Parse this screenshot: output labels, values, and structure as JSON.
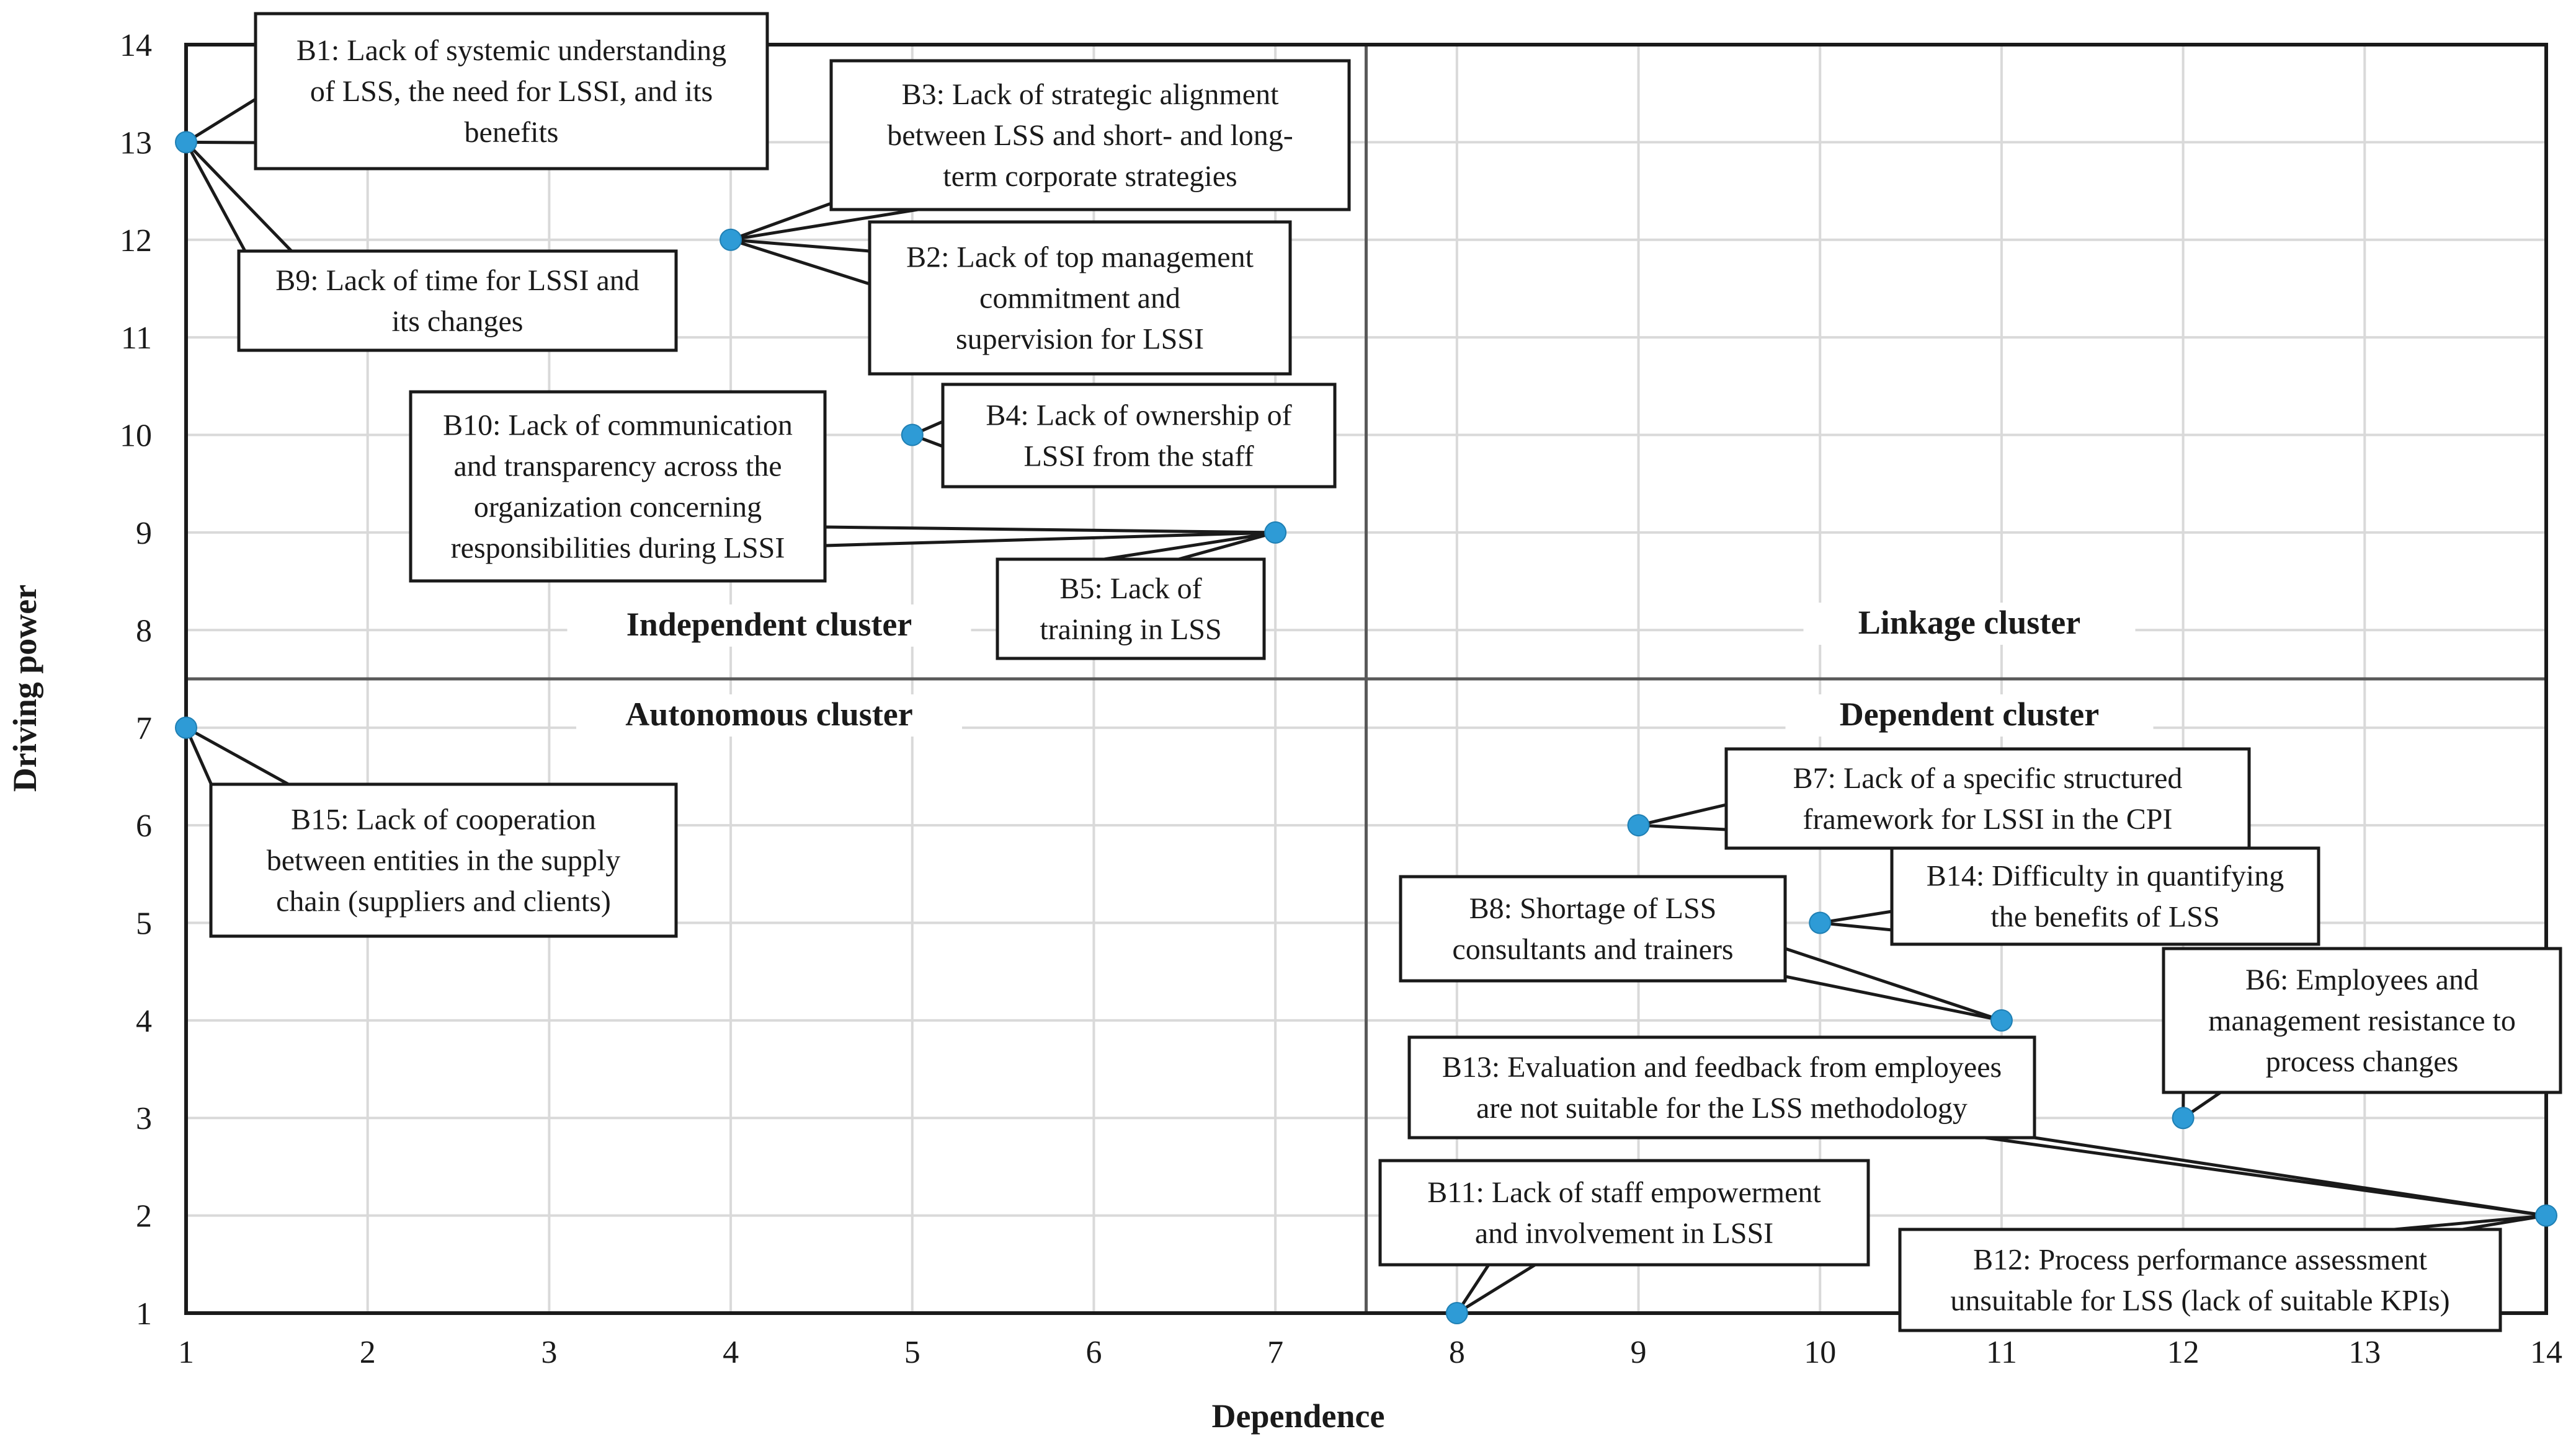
{
  "chart_data": {
    "type": "scatter",
    "title": "",
    "xlabel": "Dependence",
    "ylabel": "Driving power",
    "xlim": [
      1,
      14
    ],
    "ylim": [
      1,
      14
    ],
    "xticks": [
      1,
      2,
      3,
      4,
      5,
      6,
      7,
      8,
      9,
      10,
      11,
      12,
      13,
      14
    ],
    "yticks": [
      1,
      2,
      3,
      4,
      5,
      6,
      7,
      8,
      9,
      10,
      11,
      12,
      13,
      14
    ],
    "grid": true,
    "marker_color": "#2e9bd6",
    "quadrant_split": {
      "x": 7.5,
      "y": 7.5
    },
    "clusters": [
      {
        "id": "independent",
        "label": "Independent cluster",
        "quadrant": "top-left"
      },
      {
        "id": "linkage",
        "label": "Linkage cluster",
        "quadrant": "top-right"
      },
      {
        "id": "autonomous",
        "label": "Autonomous cluster",
        "quadrant": "bottom-left"
      },
      {
        "id": "dependent",
        "label": "Dependent cluster",
        "quadrant": "bottom-right"
      }
    ],
    "points": [
      {
        "id": "B1",
        "x": 1,
        "y": 13,
        "lines": [
          "B1: Lack of systemic understanding",
          "of LSS, the need for LSSI, and its",
          "benefits"
        ]
      },
      {
        "id": "B9",
        "x": 1,
        "y": 13,
        "lines": [
          "B9: Lack of time for LSSI and",
          "its changes"
        ]
      },
      {
        "id": "B3",
        "x": 4,
        "y": 12,
        "lines": [
          "B3: Lack of strategic alignment",
          "between LSS and short- and long-",
          "term corporate strategies"
        ]
      },
      {
        "id": "B2",
        "x": 4,
        "y": 12,
        "lines": [
          "B2: Lack of top management",
          "commitment and",
          "supervision for  LSSI"
        ]
      },
      {
        "id": "B4",
        "x": 5,
        "y": 10,
        "lines": [
          "B4: Lack of ownership of",
          "LSSI from the staff"
        ]
      },
      {
        "id": "B10",
        "x": 7,
        "y": 9,
        "lines": [
          "B10: Lack of communication",
          "and transparency across the",
          "organization concerning",
          "responsibilities during LSSI"
        ]
      },
      {
        "id": "B5",
        "x": 7,
        "y": 9,
        "lines": [
          "B5: Lack of",
          "training in LSS"
        ]
      },
      {
        "id": "B15",
        "x": 1,
        "y": 7,
        "lines": [
          "B15: Lack of cooperation",
          "between entities in the supply",
          "chain (suppliers and clients)"
        ]
      },
      {
        "id": "B7",
        "x": 9,
        "y": 6,
        "lines": [
          "B7: Lack of a specific structured",
          "framework for LSSI in the CPI"
        ]
      },
      {
        "id": "B14",
        "x": 10,
        "y": 5,
        "lines": [
          "B14: Difficulty in quantifying",
          "the benefits of LSS"
        ]
      },
      {
        "id": "B8",
        "x": 11,
        "y": 4,
        "lines": [
          "B8: Shortage of LSS",
          "consultants and trainers"
        ]
      },
      {
        "id": "B6",
        "x": 12,
        "y": 3,
        "lines": [
          "B6: Employees and",
          "management resistance to",
          "process changes"
        ]
      },
      {
        "id": "B13",
        "x": 14,
        "y": 2,
        "lines": [
          "B13: Evaluation and feedback from employees",
          "are not suitable for the LSS methodology"
        ]
      },
      {
        "id": "B12",
        "x": 14,
        "y": 2,
        "lines": [
          "B12: Process performance assessment",
          "unsuitable for LSS (lack of suitable KPIs)"
        ]
      },
      {
        "id": "B11",
        "x": 8,
        "y": 1,
        "lines": [
          "B11: Lack of staff empowerment",
          "and involvement in LSSI"
        ]
      }
    ]
  }
}
